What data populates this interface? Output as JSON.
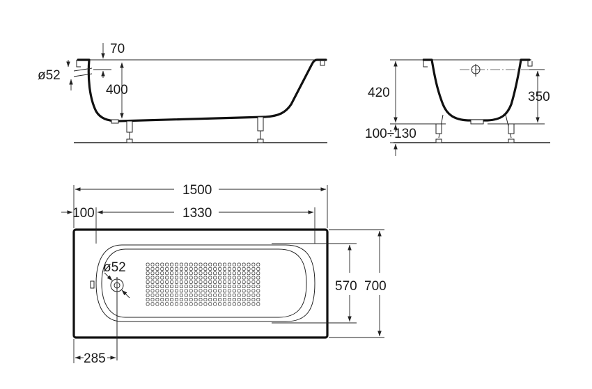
{
  "dimensions": {
    "rim_height": "70",
    "drain_diameter_side": "ø52",
    "inner_depth_side": "400",
    "outer_height": "420",
    "inner_depth_end": "350",
    "leg_adjustment": "100÷130",
    "overall_length": "1500",
    "end_offset": "100",
    "inner_length": "1330",
    "drain_diameter_top": "ø52",
    "inner_width": "570",
    "overall_width": "700",
    "drain_offset": "285"
  }
}
